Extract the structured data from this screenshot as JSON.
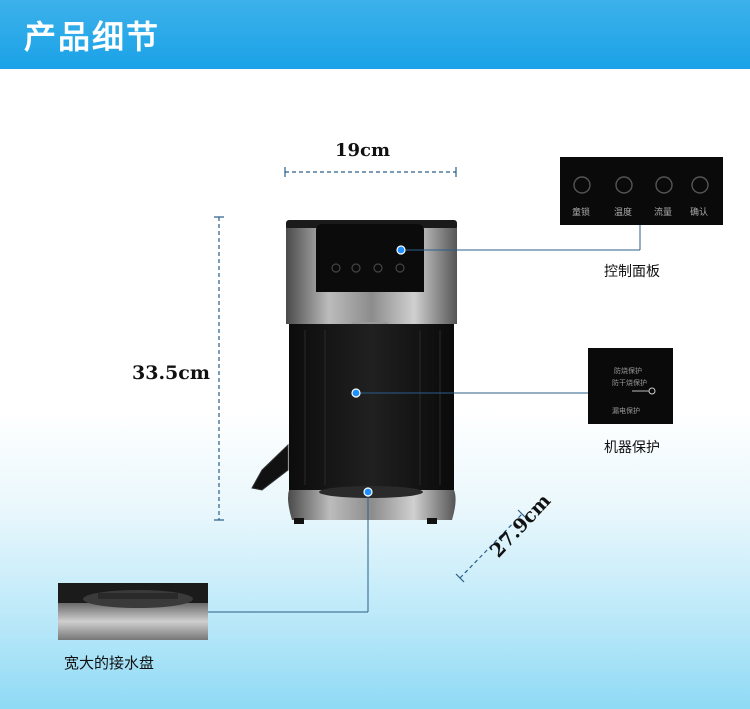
{
  "header": {
    "title": "产品细节"
  },
  "dimensions": {
    "width": "19cm",
    "height": "33.5cm",
    "depth": "27.9cm"
  },
  "callouts": {
    "control_panel": "控制面板",
    "machine_protection": "机器保护",
    "drip_tray": "宽大的接水盘"
  },
  "panel_buttons": [
    "童锁",
    "温度",
    "流量",
    "确认"
  ],
  "protection_text": [
    "防烧保护",
    "防干烧保护",
    "漏电保护"
  ],
  "colors": {
    "header": "#1aa2e8",
    "callout_dot": "#1e90ff",
    "leader_line": "#2a5d8a"
  }
}
